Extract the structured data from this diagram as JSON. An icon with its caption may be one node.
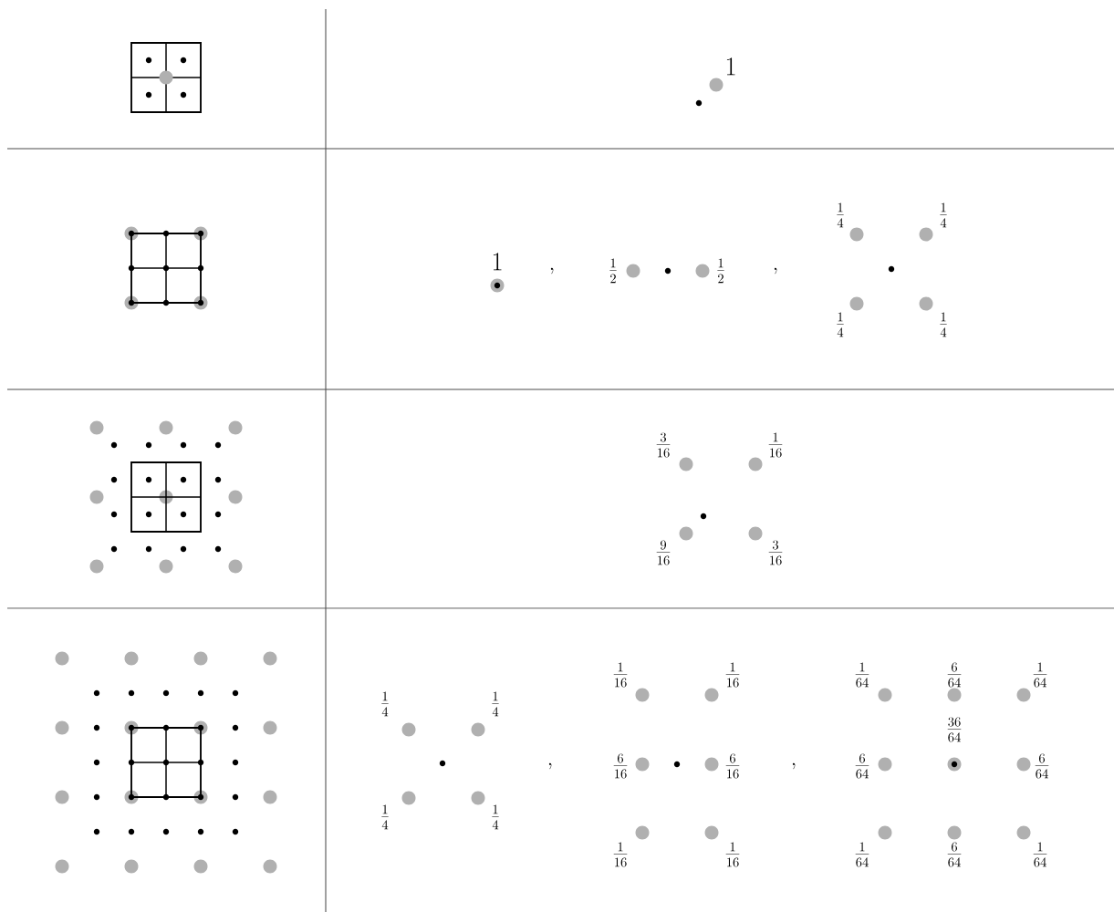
{
  "diagram": {
    "labels": [
      "1",
      "1",
      ",",
      "\\frac{1}{2}",
      "\\frac{1}{2}",
      ",",
      "\\frac{1}{4}",
      "\\frac{1}{4}",
      "\\frac{1}{4}",
      "\\frac{1}{4}",
      "\\frac{3}{16}",
      "\\frac{1}{16}",
      "\\frac{9}{16}",
      "\\frac{3}{16}",
      "\\frac{1}{16}",
      "\\frac{1}{16}",
      "\\frac{1}{64}",
      "\\frac{6}{64}",
      "\\frac{1}{64}",
      "\\frac{1}{4}",
      "\\frac{1}{4}",
      "\\frac{36}{64}",
      "\\frac{6}{16}",
      "\\frac{6}{16}",
      ",",
      ",",
      "\\frac{6}{64}",
      "\\frac{6}{64}",
      "\\frac{1}{4}",
      "\\frac{1}{4}",
      "\\frac{1}{16}",
      "\\frac{1}{16}",
      "\\frac{1}{64}",
      "\\frac{6}{64}",
      "\\frac{1}{64}"
    ]
  }
}
